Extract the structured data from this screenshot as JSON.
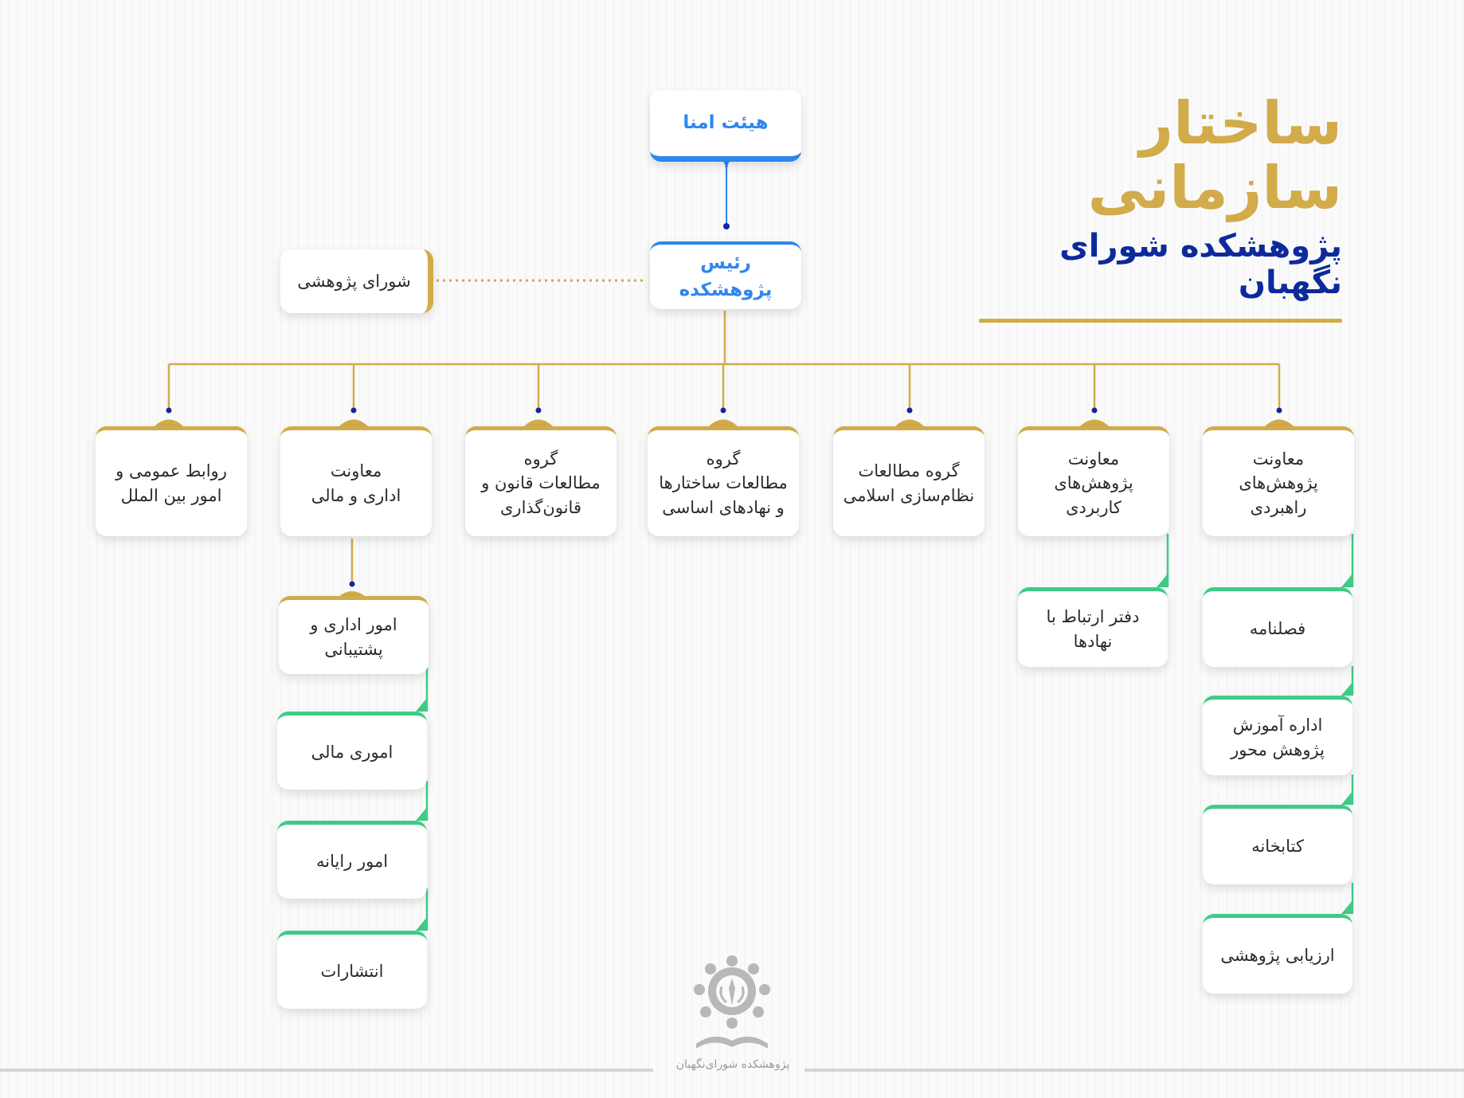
{
  "title": {
    "main": "ساختار سازمانی",
    "sub": "پژوهشکده شورای نگهبان"
  },
  "top": {
    "board": "هیئت امنا",
    "president": "رئیس پژوهشکده",
    "council": "شورای پژوهشی"
  },
  "departments": [
    "روابط عمومی و\nامور بین الملل",
    "معاونت\nاداری و مالی",
    "گروه\nمطالعات قانون و\nقانون‌گذاری",
    "گروه\nمطالعات ساختارها\nو نهادهای اساسی",
    "گروه مطالعات\nنظام‌سازی اسلامی",
    "معاونت\nپژوهش‌های کاربردی",
    "معاونت\nپژوهش‌های راهبردی"
  ],
  "admin_units": [
    "امور اداری و\nپشتیبانی",
    "اموری مالی",
    "امور رایانه",
    "انتشارات"
  ],
  "applied_units": [
    "دفتر ارتباط با نهادها"
  ],
  "strategic_units": [
    "فصلنامه",
    "اداره آموزش\nپژوهش محور",
    "کتابخانه",
    "ارزیابی پژوهشی"
  ],
  "footer": {
    "logo_text": "پژوهشکده شورای‌نگهبان"
  },
  "colors": {
    "gold": "#d2ab4a",
    "navy": "#0d2a9c",
    "blue": "#2f86ee",
    "green": "#3ecb86"
  }
}
